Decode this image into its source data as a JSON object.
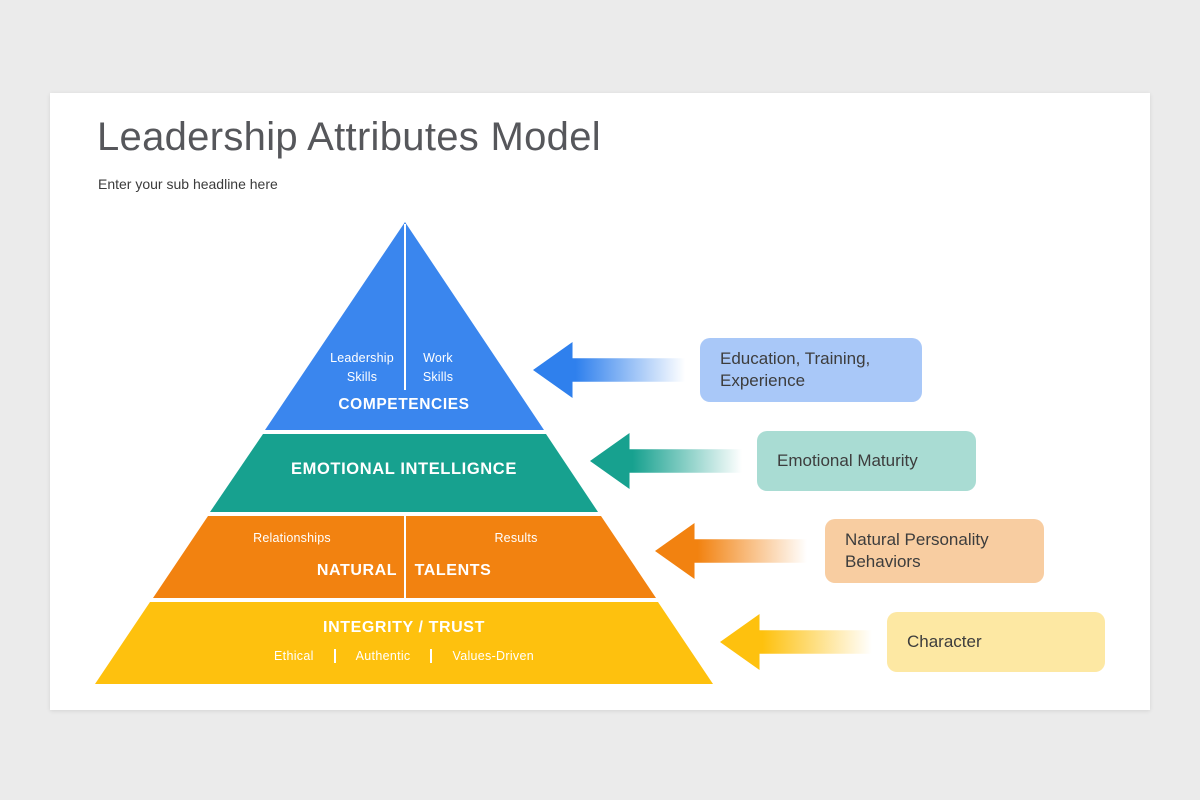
{
  "slide": {
    "title": "Leadership Attributes Model",
    "subtitle": "Enter your sub headline here"
  },
  "pyramid": {
    "layers": [
      {
        "id": "competencies",
        "color": "#3a86ee",
        "label": "COMPETENCIES",
        "left_lines": [
          "Leadership",
          "Skills"
        ],
        "right_lines": [
          "Work",
          "Skills"
        ]
      },
      {
        "id": "emotional-intelligence",
        "color": "#17a18f",
        "label": "EMOTIONAL INTELLIGNCE"
      },
      {
        "id": "natural-talents",
        "color": "#f28210",
        "label_left": "NATURAL",
        "label_right": "TALENTS",
        "sub_left": "Relationships",
        "sub_right": "Results"
      },
      {
        "id": "integrity-trust",
        "color": "#fec10e",
        "label": "INTEGRITY / TRUST",
        "items": [
          "Ethical",
          "Authentic",
          "Values-Driven"
        ]
      }
    ]
  },
  "callouts": [
    {
      "lines": [
        "Education, Training,",
        "Experience"
      ],
      "arrow_color": "#2f80ed",
      "box_color": "#a9c8f8"
    },
    {
      "lines": [
        "Emotional Maturity"
      ],
      "arrow_color": "#17a18f",
      "box_color": "#a9dcd3"
    },
    {
      "lines": [
        "Natural Personality",
        "Behaviors"
      ],
      "arrow_color": "#f28210",
      "box_color": "#f8cda1"
    },
    {
      "lines": [
        "Character"
      ],
      "arrow_color": "#fec10e",
      "box_color": "#fde8a3"
    }
  ]
}
